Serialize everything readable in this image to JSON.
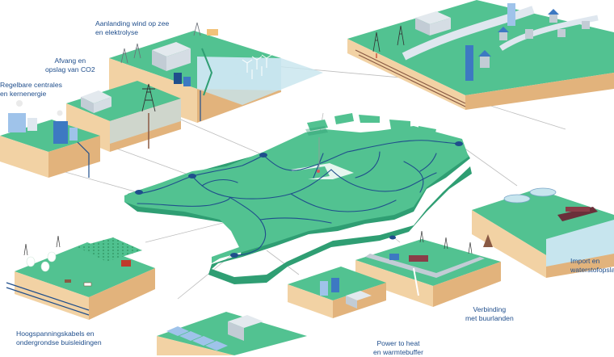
{
  "labels": {
    "wind": [
      "Aanlanding wind op zee",
      "en elektrolyse"
    ],
    "co2": [
      "Afvang en",
      "opslag van CO2"
    ],
    "plants": [
      "Regelbare centrales",
      "en kernenergie"
    ],
    "cables": [
      "Hoogspanningskabels en",
      "ondergrondse buisleidingen"
    ],
    "p2h": [
      "Power to heat",
      "en warmtebuffer"
    ],
    "neighbours": [
      "Verbinding",
      "met buurlanden"
    ],
    "import": [
      "Import en",
      "waterstofopslag"
    ]
  },
  "colors": {
    "land": "#4fc18f",
    "land_dark": "#2f9e73",
    "soil": "#f2d2a4",
    "soil_dark": "#e2b37c",
    "water": "#c7e5ee",
    "pipe": "#1f4e8c",
    "text": "#1f4e8c",
    "leader": "#b8b8b8"
  },
  "icons": [
    "wind-turbine-icon",
    "power-pylon-icon",
    "factory-icon",
    "house-icon",
    "truck-icon",
    "ship-icon",
    "tank-icon",
    "cow-icon",
    "tree-icon",
    "cooling-tower-icon",
    "battery-icon"
  ]
}
